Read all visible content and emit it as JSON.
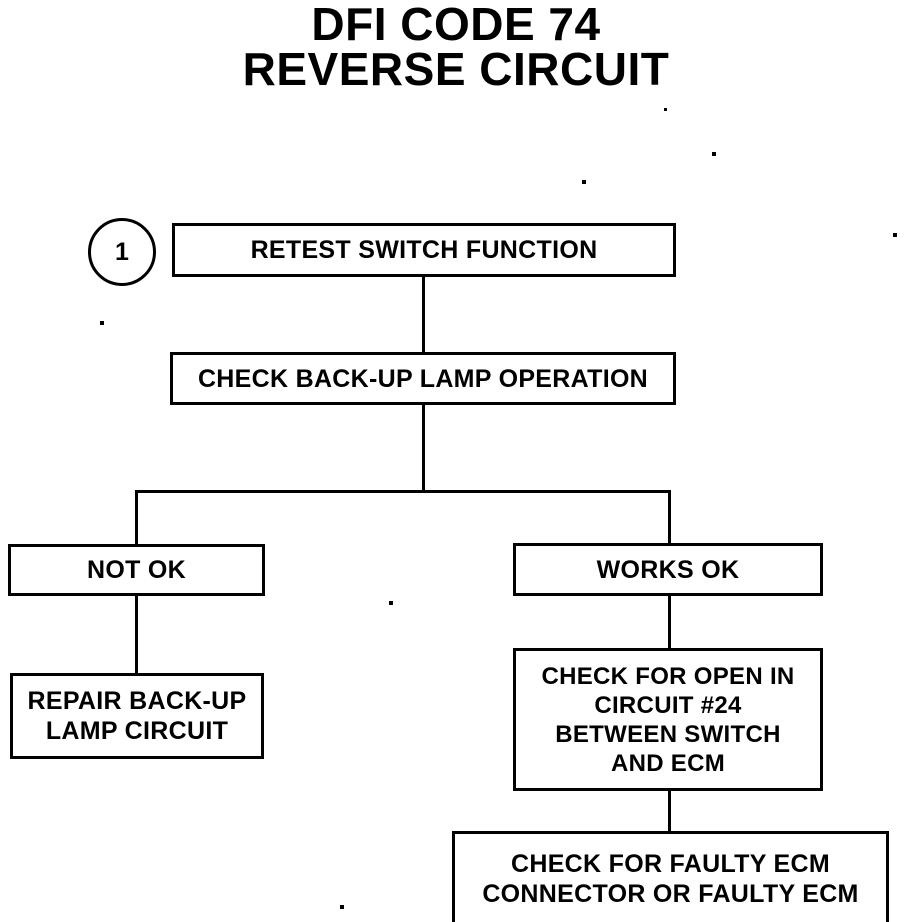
{
  "document": {
    "title_lines": [
      "DFI CODE 74",
      "REVERSE CIRCUIT"
    ],
    "ink_color": "#000000",
    "paper_color": "#ffffff"
  },
  "chart_data": {
    "type": "diagram",
    "subtype": "flowchart",
    "title": "DFI CODE 74 REVERSE CIRCUIT",
    "orientation": "top-down",
    "nodes": [
      {
        "id": "step-1",
        "label": "1",
        "shape": "circle"
      },
      {
        "id": "retest",
        "label": "RETEST SWITCH FUNCTION",
        "shape": "rect"
      },
      {
        "id": "check-lamp",
        "label": "CHECK BACK-UP LAMP OPERATION",
        "shape": "rect"
      },
      {
        "id": "not-ok",
        "label": "NOT OK",
        "shape": "rect"
      },
      {
        "id": "works-ok",
        "label": "WORKS OK",
        "shape": "rect"
      },
      {
        "id": "repair-lamp",
        "label": "REPAIR BACK-UP\nLAMP CIRCUIT",
        "shape": "rect"
      },
      {
        "id": "check-open",
        "label": "CHECK FOR OPEN IN\nCIRCUIT #24\nBETWEEN SWITCH\nAND ECM",
        "shape": "rect"
      },
      {
        "id": "check-ecm",
        "label": "CHECK FOR FAULTY ECM\nCONNECTOR OR FAULTY ECM",
        "shape": "rect"
      }
    ],
    "edges": [
      {
        "from": "retest",
        "to": "check-lamp",
        "label": ""
      },
      {
        "from": "check-lamp",
        "to": "not-ok",
        "label": ""
      },
      {
        "from": "check-lamp",
        "to": "works-ok",
        "label": ""
      },
      {
        "from": "not-ok",
        "to": "repair-lamp",
        "label": ""
      },
      {
        "from": "works-ok",
        "to": "check-open",
        "label": ""
      },
      {
        "from": "check-open",
        "to": "check-ecm",
        "label": ""
      }
    ]
  },
  "nodes": {
    "step_1": "1",
    "retest": "RETEST SWITCH FUNCTION",
    "check_lamp": "CHECK BACK-UP LAMP OPERATION",
    "not_ok": "NOT OK",
    "works_ok": "WORKS OK",
    "repair_lamp": "REPAIR BACK-UP\nLAMP CIRCUIT",
    "check_open": "CHECK FOR OPEN IN\nCIRCUIT #24\nBETWEEN SWITCH\nAND ECM",
    "check_ecm": "CHECK FOR FAULTY ECM\nCONNECTOR OR FAULTY ECM"
  }
}
